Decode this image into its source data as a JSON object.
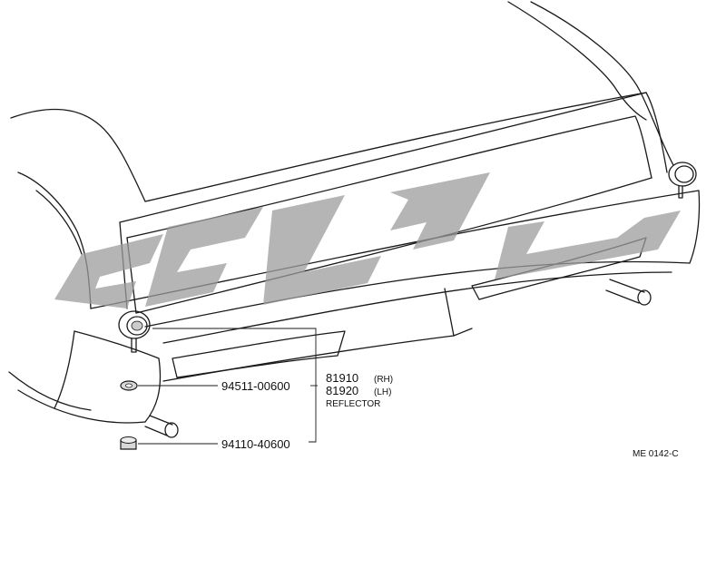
{
  "diagram": {
    "callouts": [
      {
        "part_no": "94511-00600"
      },
      {
        "part_no": "94110-40600"
      }
    ],
    "reflector": {
      "rh_no": "81910",
      "rh_tag": "(RH)",
      "lh_no": "81920",
      "lh_tag": "(LH)",
      "name": "REFLECTOR"
    },
    "figure_code": "ME 0142-C"
  }
}
